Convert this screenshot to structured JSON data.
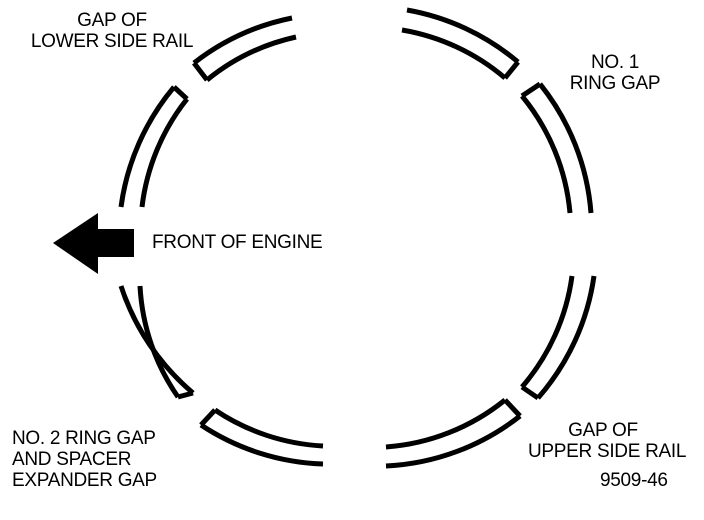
{
  "diagram": {
    "labels": {
      "lower_side_rail_gap": [
        "GAP OF",
        "LOWER SIDE RAIL"
      ],
      "no1_ring_gap": [
        "NO. 1",
        "RING GAP"
      ],
      "front_of_engine": "FRONT OF ENGINE",
      "no2_ring_gap": [
        "NO. 2 RING GAP",
        "AND SPACER",
        "EXPANDER GAP"
      ],
      "upper_side_rail_gap": [
        "GAP OF",
        "UPPER SIDE RAIL"
      ],
      "figure_number": "9509-46"
    },
    "arrow": {
      "direction": "left",
      "color": "#000000"
    },
    "colors": {
      "line": "#000000",
      "background": "#ffffff"
    }
  }
}
